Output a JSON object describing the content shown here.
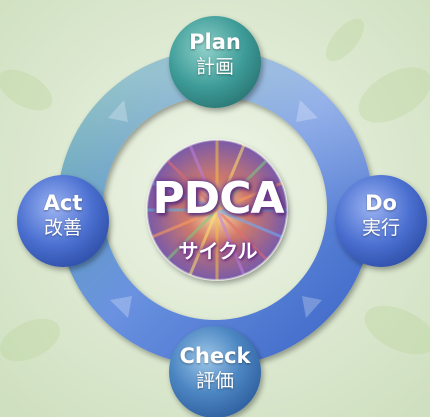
{
  "center": {
    "title": "PDCA",
    "subtitle": "サイクル"
  },
  "nodes": {
    "plan": {
      "en": "Plan",
      "ja": "計画"
    },
    "do": {
      "en": "Do",
      "ja": "実行"
    },
    "check": {
      "en": "Check",
      "ja": "評価"
    },
    "act": {
      "en": "Act",
      "ja": "改善"
    }
  },
  "colors": {
    "background": "#d6e4c9",
    "ring_teal": "#4f9fa3",
    "ring_blue": "#5e84d6",
    "node_teal": "#3f9a98",
    "node_blue": "#4c6fd0",
    "center_glow": "#7a3b9c"
  }
}
